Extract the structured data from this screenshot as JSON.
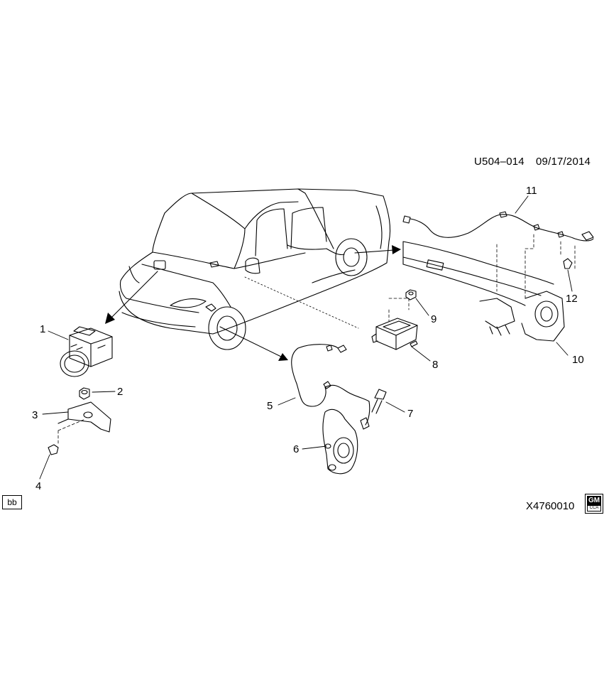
{
  "header": {
    "code": "U504–014",
    "date": "09/17/2014"
  },
  "callouts": [
    "1",
    "2",
    "3",
    "4",
    "5",
    "6",
    "7",
    "8",
    "9",
    "10",
    "11",
    "12"
  ],
  "footer": {
    "tag": "bb",
    "figure_id": "X4760010",
    "logo_text": "GM",
    "logo_subtext": "CCA"
  }
}
